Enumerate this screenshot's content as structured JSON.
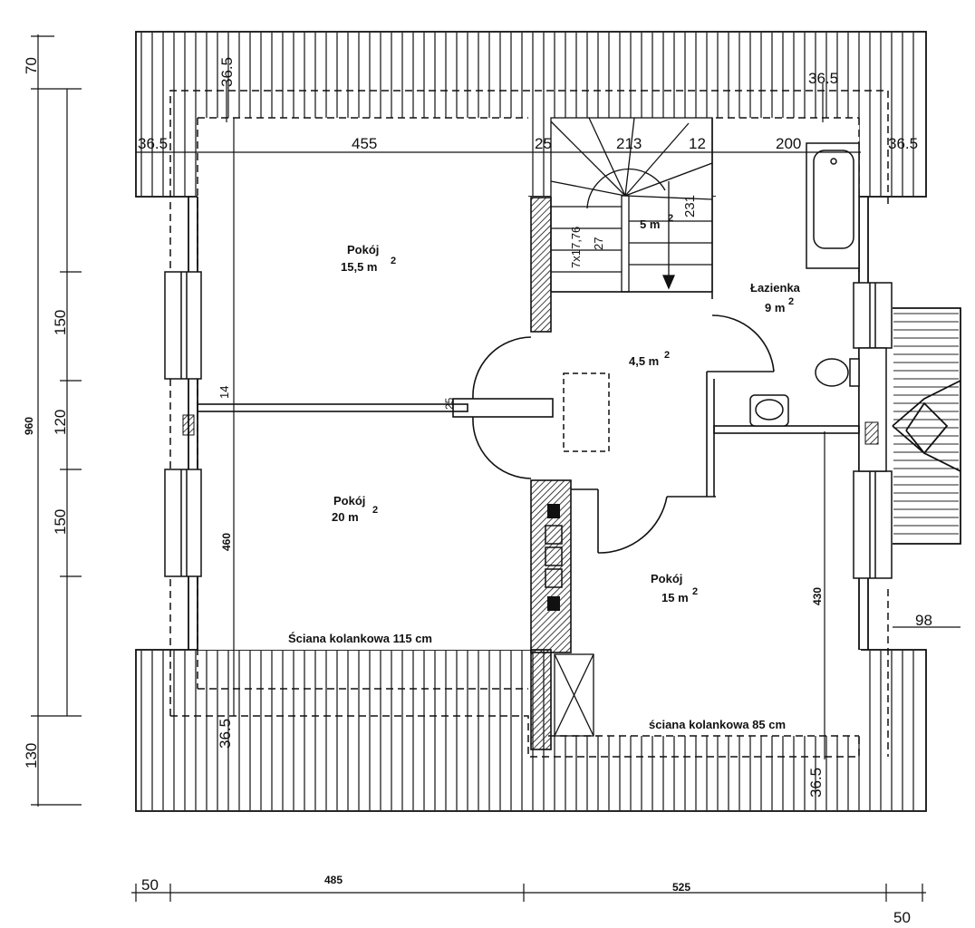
{
  "rooms": {
    "pokoj_nw": {
      "name": "Pokój",
      "area": "15,5 m",
      "sup": "2"
    },
    "pokoj_sw": {
      "name": "Pokój",
      "area": "20 m",
      "sup": "2"
    },
    "pokoj_se": {
      "name": "Pokój",
      "area": "15 m",
      "sup": "2"
    },
    "lazienka": {
      "name": "Łazienka",
      "area": "9 m",
      "sup": "2"
    },
    "hall": {
      "area": "4,5 m",
      "sup": "2"
    },
    "stair_landing": {
      "area": "5 m",
      "sup": "2"
    }
  },
  "wall_notes": {
    "knee_wall_115": "Ściana kolankowa 115 cm",
    "knee_wall_85": "ściana kolankowa 85 cm"
  },
  "dimensions": {
    "top_36_5_a": "36.5",
    "top_36_5_left": "36.5",
    "top_455": "455",
    "top_25": "25",
    "top_213": "213",
    "top_12": "12",
    "top_200": "200",
    "top_36_5_right": "36.5",
    "top_36_5_b": "36.5",
    "stairs_7x": "7x17,76",
    "stairs_27": "27",
    "stairs_231": "231",
    "wall_14": "14",
    "wall_25": "25",
    "left_70": "70",
    "left_960": "960",
    "left_150_a": "150",
    "left_120": "120",
    "left_150_b": "150",
    "left_130": "130",
    "inner_460": "460",
    "inner_430": "430",
    "right_98": "98",
    "bottom_36_5_left": "36.5",
    "bottom_36_5_right": "36.5",
    "bottom_50_left": "50",
    "bottom_485": "485",
    "bottom_525": "525",
    "bottom_50_right": "50"
  }
}
